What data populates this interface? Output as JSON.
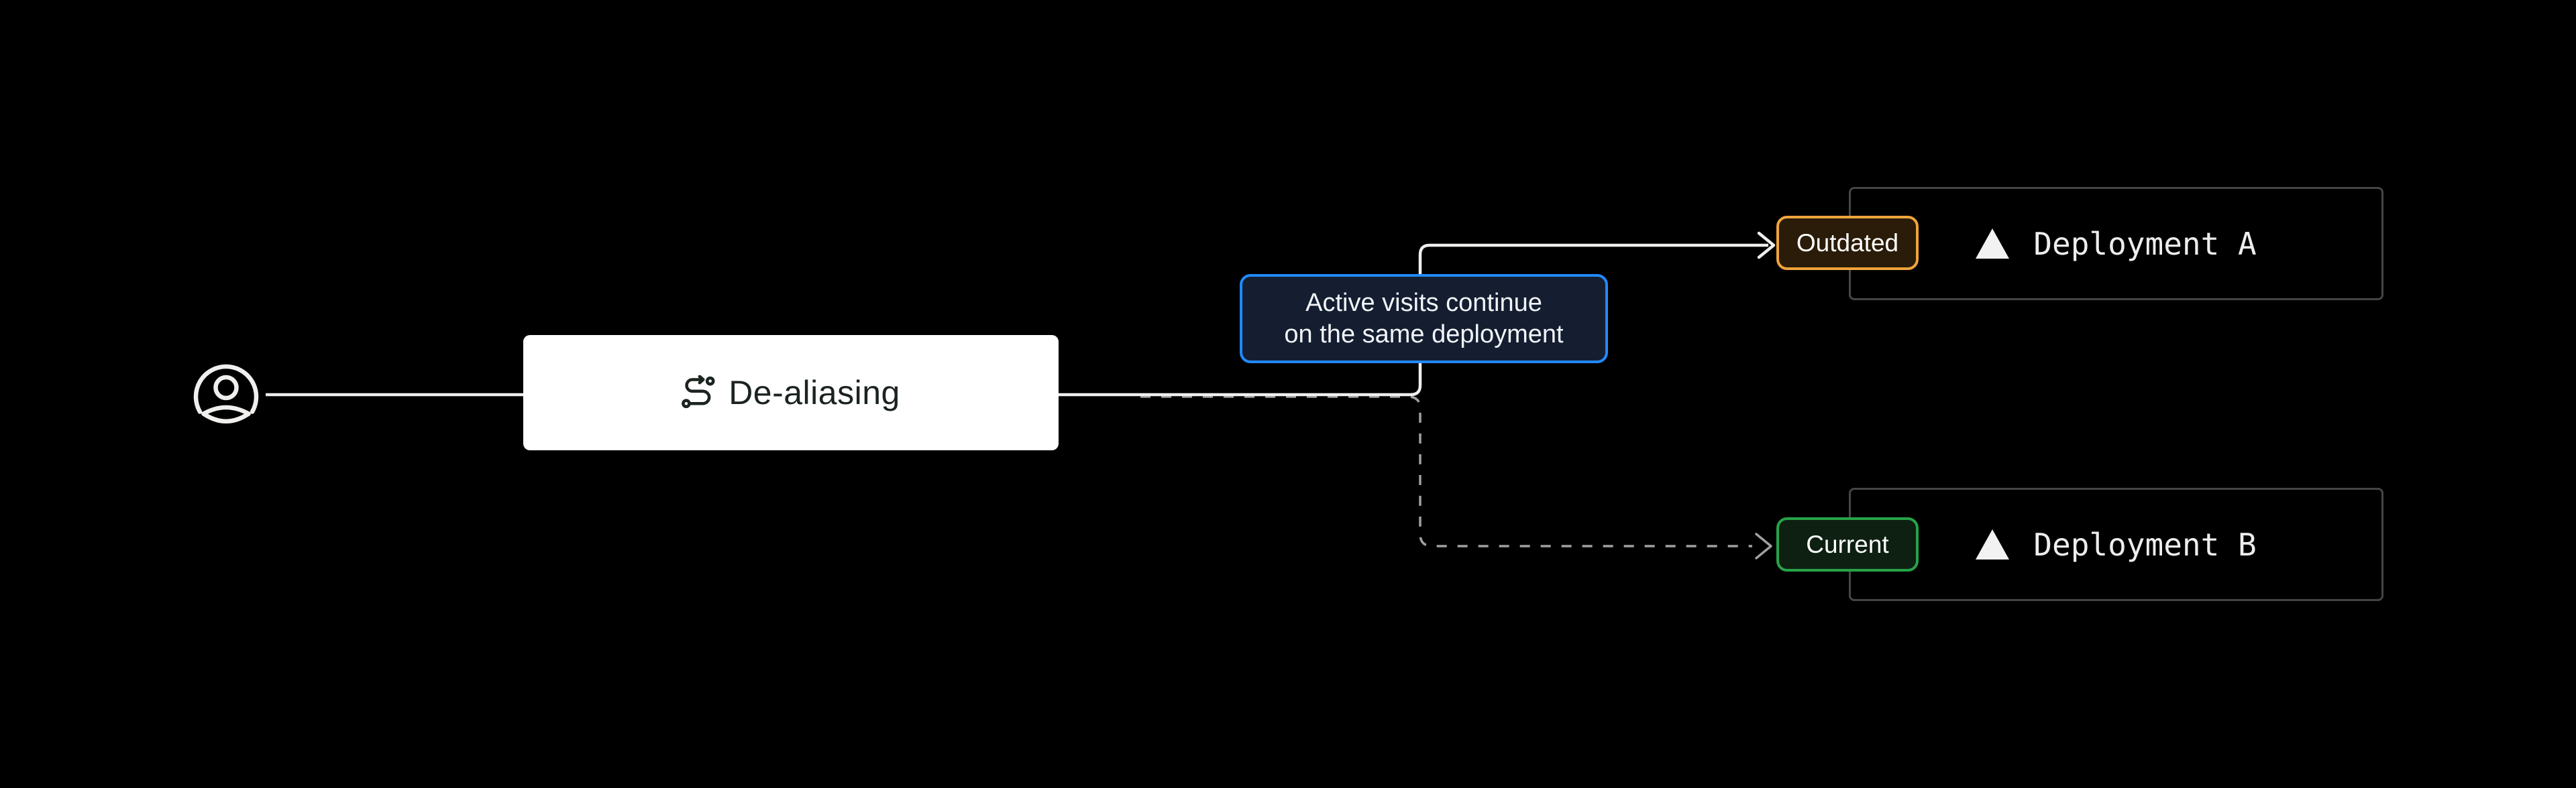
{
  "canvas": {
    "bg": "#000000"
  },
  "user": {
    "icon": "user-circle-icon"
  },
  "process_box": {
    "label": "De-aliasing",
    "icon": "route-icon",
    "bg": "#ffffff",
    "text_color": "#1b241f"
  },
  "tooltip": {
    "line1": "Active visits continue",
    "line2": "on the same deployment",
    "border_color": "#2189ff",
    "bg": "#141e30",
    "text_color": "#f2f4f8"
  },
  "connectors": {
    "solid_color": "#efeeec",
    "dashed_color": "#a0a0a0",
    "solid_arrow": "arrow-right-icon",
    "dashed_arrow": "arrow-right-icon"
  },
  "deployments": [
    {
      "badge": "Outdated",
      "badge_border": "#efa43c",
      "badge_bg": "#2a1c08",
      "name": "Deployment A",
      "icon": "vercel-triangle-icon",
      "connector": "solid"
    },
    {
      "badge": "Current",
      "badge_border": "#27a348",
      "badge_bg": "#0d2012",
      "name": "Deployment B",
      "icon": "vercel-triangle-icon",
      "connector": "dashed"
    }
  ]
}
